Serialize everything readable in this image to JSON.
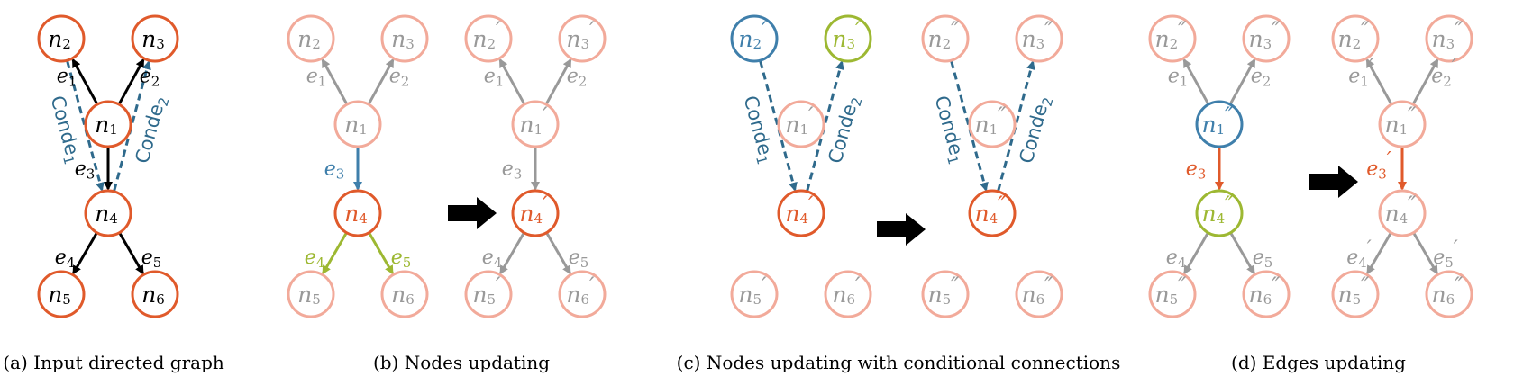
{
  "colors": {
    "dark": "#e05a2b",
    "light": "#f2aa9a",
    "blue": "#3f7fab",
    "green": "#9db832",
    "gray": "#999999",
    "black": "#000000",
    "dashed": "#2f6a8c"
  },
  "captions": [
    "(a) Input directed graph",
    "(b) Nodes updating",
    "(c) Nodes updating with conditional connections",
    "(d) Edges updating"
  ],
  "panels": {
    "a": {
      "nodes": [
        {
          "id": "n2",
          "base": "n",
          "sub": "2",
          "prime": ""
        },
        {
          "id": "n3",
          "base": "n",
          "sub": "3",
          "prime": ""
        },
        {
          "id": "n1",
          "base": "n",
          "sub": "1",
          "prime": ""
        },
        {
          "id": "n4",
          "base": "n",
          "sub": "4",
          "prime": ""
        },
        {
          "id": "n5",
          "base": "n",
          "sub": "5",
          "prime": ""
        },
        {
          "id": "n6",
          "base": "n",
          "sub": "6",
          "prime": ""
        }
      ],
      "edges": [
        {
          "base": "e",
          "sub": "1",
          "prime": ""
        },
        {
          "base": "e",
          "sub": "2",
          "prime": ""
        },
        {
          "base": "e",
          "sub": "3",
          "prime": ""
        },
        {
          "base": "e",
          "sub": "4",
          "prime": ""
        },
        {
          "base": "e",
          "sub": "5",
          "prime": ""
        }
      ],
      "conde": [
        {
          "base": "Conde",
          "sub": "1"
        },
        {
          "base": "Conde",
          "sub": "2"
        }
      ]
    },
    "b_before": {
      "nodes": [
        {
          "base": "n",
          "sub": "2",
          "prime": ""
        },
        {
          "base": "n",
          "sub": "3",
          "prime": ""
        },
        {
          "base": "n",
          "sub": "1",
          "prime": ""
        },
        {
          "base": "n",
          "sub": "4",
          "prime": ""
        },
        {
          "base": "n",
          "sub": "5",
          "prime": ""
        },
        {
          "base": "n",
          "sub": "6",
          "prime": ""
        }
      ],
      "edges": [
        {
          "base": "e",
          "sub": "1",
          "prime": ""
        },
        {
          "base": "e",
          "sub": "2",
          "prime": ""
        },
        {
          "base": "e",
          "sub": "3",
          "prime": ""
        },
        {
          "base": "e",
          "sub": "4",
          "prime": ""
        },
        {
          "base": "e",
          "sub": "5",
          "prime": ""
        }
      ]
    },
    "b_after": {
      "nodes": [
        {
          "base": "n",
          "sub": "2",
          "prime": "′"
        },
        {
          "base": "n",
          "sub": "3",
          "prime": "′"
        },
        {
          "base": "n",
          "sub": "1",
          "prime": "′"
        },
        {
          "base": "n",
          "sub": "4",
          "prime": "′"
        },
        {
          "base": "n",
          "sub": "5",
          "prime": "′"
        },
        {
          "base": "n",
          "sub": "6",
          "prime": "′"
        }
      ],
      "edges": [
        {
          "base": "e",
          "sub": "1",
          "prime": ""
        },
        {
          "base": "e",
          "sub": "2",
          "prime": ""
        },
        {
          "base": "e",
          "sub": "3",
          "prime": ""
        },
        {
          "base": "e",
          "sub": "4",
          "prime": ""
        },
        {
          "base": "e",
          "sub": "5",
          "prime": ""
        }
      ]
    },
    "c_before": {
      "nodes": [
        {
          "base": "n",
          "sub": "2",
          "prime": "′"
        },
        {
          "base": "n",
          "sub": "3",
          "prime": "′"
        },
        {
          "base": "n",
          "sub": "1",
          "prime": "′"
        },
        {
          "base": "n",
          "sub": "4",
          "prime": "′"
        },
        {
          "base": "n",
          "sub": "5",
          "prime": "′"
        },
        {
          "base": "n",
          "sub": "6",
          "prime": "′"
        }
      ],
      "conde": [
        {
          "base": "Conde",
          "sub": "1"
        },
        {
          "base": "Conde",
          "sub": "2"
        }
      ]
    },
    "c_after": {
      "nodes": [
        {
          "base": "n",
          "sub": "2",
          "prime": "″"
        },
        {
          "base": "n",
          "sub": "3",
          "prime": "″"
        },
        {
          "base": "n",
          "sub": "1",
          "prime": "″"
        },
        {
          "base": "n",
          "sub": "4",
          "prime": "″"
        },
        {
          "base": "n",
          "sub": "5",
          "prime": "″"
        },
        {
          "base": "n",
          "sub": "6",
          "prime": "″"
        }
      ],
      "conde": [
        {
          "base": "Conde",
          "sub": "1"
        },
        {
          "base": "Conde",
          "sub": "2"
        }
      ]
    },
    "d_before": {
      "nodes": [
        {
          "base": "n",
          "sub": "2",
          "prime": "″"
        },
        {
          "base": "n",
          "sub": "3",
          "prime": "″"
        },
        {
          "base": "n",
          "sub": "1",
          "prime": "″"
        },
        {
          "base": "n",
          "sub": "4",
          "prime": "″"
        },
        {
          "base": "n",
          "sub": "5",
          "prime": "″"
        },
        {
          "base": "n",
          "sub": "6",
          "prime": "″"
        }
      ],
      "edges": [
        {
          "base": "e",
          "sub": "1",
          "prime": ""
        },
        {
          "base": "e",
          "sub": "2",
          "prime": ""
        },
        {
          "base": "e",
          "sub": "3",
          "prime": ""
        },
        {
          "base": "e",
          "sub": "4",
          "prime": ""
        },
        {
          "base": "e",
          "sub": "5",
          "prime": ""
        }
      ]
    },
    "d_after": {
      "nodes": [
        {
          "base": "n",
          "sub": "2",
          "prime": "″"
        },
        {
          "base": "n",
          "sub": "3",
          "prime": "″"
        },
        {
          "base": "n",
          "sub": "1",
          "prime": "″"
        },
        {
          "base": "n",
          "sub": "4",
          "prime": "″"
        },
        {
          "base": "n",
          "sub": "5",
          "prime": "″"
        },
        {
          "base": "n",
          "sub": "6",
          "prime": "″"
        }
      ],
      "edges": [
        {
          "base": "e",
          "sub": "1",
          "prime": "′"
        },
        {
          "base": "e",
          "sub": "2",
          "prime": "′"
        },
        {
          "base": "e",
          "sub": "3",
          "prime": "′"
        },
        {
          "base": "e",
          "sub": "4",
          "prime": "′"
        },
        {
          "base": "e",
          "sub": "5",
          "prime": "′"
        }
      ]
    }
  }
}
